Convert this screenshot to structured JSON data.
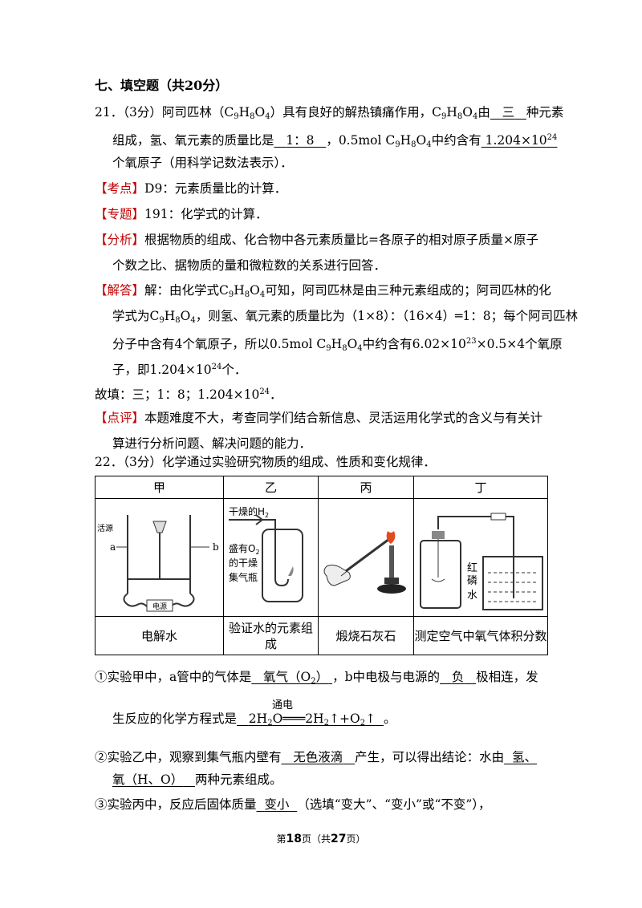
{
  "section_title": "七、填空题（共20分）",
  "q21": {
    "l1_a": "21．（3分）阿司匹林（C",
    "l1_b": "H",
    "l1_c": "O",
    "l1_d": "）具有良好的解热镇痛作用，C",
    "l1_e": "由",
    "ans1": "三",
    "l1_f": "种元素",
    "l2_a": "组成，氢、氧元素的质量比是",
    "ans2": "1：8",
    "l2_b": "，0.5mol  C",
    "l2_c": "中约含有",
    "ans3": "1.204×10",
    "l3": "个氧原子（用科学记数法表示）．",
    "kaodian_tag": "【考点】",
    "kaodian": "D9：元素质量比的计算．",
    "zhuanti_tag": "【专题】",
    "zhuanti": "191：化学式的计算．",
    "fenxi_tag": "【分析】",
    "fenxi1": "根据物质的组成、化合物中各元素质量比=各原子的相对原子质量×原子",
    "fenxi2": "个数之比、据物质的量和微粒数的关系进行回答．",
    "jieda_tag": "【解答】",
    "jieda1": "解：由化学式C",
    "jieda1b": "可知，阿司匹林是由三种元素组成的；阿司匹林的化",
    "jieda2a": "学式为C",
    "jieda2b": "，则氢、氧元素的质量比为（1×8）：（16×4）═1：8；每个阿司匹林",
    "jieda3a": "分子中含有4个氧原子，所以0.5mol  C",
    "jieda3b": "中约含有6.02×10",
    "jieda3c": "×0.5×4个氧原",
    "jieda4a": "子，即1.204×10",
    "jieda4b": "个．",
    "gutian_a": "故填：三；1：8；1.204×10",
    "gutian_b": "．",
    "dianping_tag": "【点评】",
    "dianping1": "本题难度不大，考查同学们结合新信息、灵活运用化学式的含义与有关计",
    "dianping2": "算进行分析问题、解决问题的能力．",
    "sub9": "9",
    "sub8": "8",
    "sub4": "4",
    "sup24": "24",
    "sup23": "23"
  },
  "q22": {
    "stem": "22．（3分）化学通过实验研究物质的组成、性质和变化规律．",
    "headers": [
      "甲",
      "乙",
      "丙",
      "丁"
    ],
    "captions": [
      "电解水",
      "验证水的元素组成",
      "煅烧石灰石",
      "测定空气中氧气体积分数"
    ],
    "fig_jia": {
      "label_power": "电源",
      "label_a": "a",
      "label_b": "b",
      "label_left": "活源"
    },
    "fig_yi": {
      "h2": "干燥的H",
      "h2_sub": "2",
      "bottle1": "盛有O",
      "bottle1_sub": "2",
      "bottle2": "的干燥",
      "bottle3": "集气瓶"
    },
    "fig_ding": {
      "p1": "红",
      "p2": "磷",
      "water": "水"
    },
    "s1_a": "①实验甲中，a管中的气体是",
    "s1_ans1": "氧气（O",
    "s1_ans1b": "）",
    "s1_b": "，b中电极与电源的",
    "s1_ans2": "负",
    "s1_c": "极相连，发",
    "s2_a": "生反应的化学方程式是",
    "s2_eq1": "2H",
    "s2_eq2": "O",
    "s2_cond": "通电",
    "s2_eq3": "2H",
    "s2_eq4": "↑+O",
    "s2_eq5": "↑",
    "s2_end": "。",
    "s3_a": "②实验乙中，观察到集气瓶内壁有",
    "s3_ans": "无色液滴",
    "s3_b": "产生，可以得出结论：水由",
    "s3_ans2a": "氢、",
    "s4_ans2b": "氧（H、O）",
    "s4_b": "两种元素组成。",
    "s5_a": "③实验丙中，反应后固体质量",
    "s5_ans": "变小",
    "s5_b": "（选填“变大”、“变小”或“不变”），"
  },
  "footer": {
    "a": "第",
    "page": "18",
    "b": "页（共",
    "total": "27",
    "c": "页）"
  }
}
